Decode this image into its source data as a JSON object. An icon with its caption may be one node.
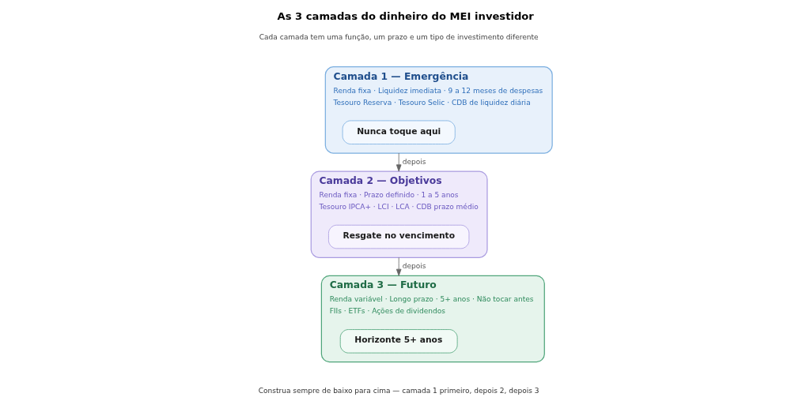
{
  "diagram": {
    "title": "As 3 camadas do dinheiro do MEI investidor",
    "caption": "Construa sempre de baixo para cima — camada 1 primeiro, depois 2, depois 3",
    "nodes": [
      {
        "text": [
          "Camada 1 — Emergência",
          "Renda fixa · Liquidez imediata · 9 a 12 meses de despesas",
          "Tesouro Reserva · Tesouro Selic · CDB de liquidez diária"
        ]
      },
      {
        "text": [
          "Nunca toque aqui"
        ],
        "in": 0
      },
      {
        "text": [
          "Camada 2 — Objetivos",
          "Renda fixa · Prazo definido · 1 a 5 anos",
          "Tesouro IPCA+ · LCI · LCA · CDB prazo médio"
        ]
      },
      {
        "text": [
          "Resgate no vencimento"
        ],
        "in": 2
      },
      {
        "text": [
          "Camada 3 — Futuro",
          "Renda variável · Longo prazo · 5+ anos · Não tocar antes",
          "FIIs · ETFs · Ações de dividendos"
        ]
      },
      {
        "text": [
          "Horizonte 5+ anos"
        ],
        "in": 4
      }
    ],
    "edges": [
      {
        "from": 0,
        "to": 2,
        "arrow": "to",
        "label": "depois"
      },
      {
        "from": 2,
        "to": 4,
        "arrow": "to",
        "label": "depois"
      }
    ],
    "labels": [
      "Cada camada tem uma função, um prazo e um tipo de investimento diferente"
    ]
  }
}
